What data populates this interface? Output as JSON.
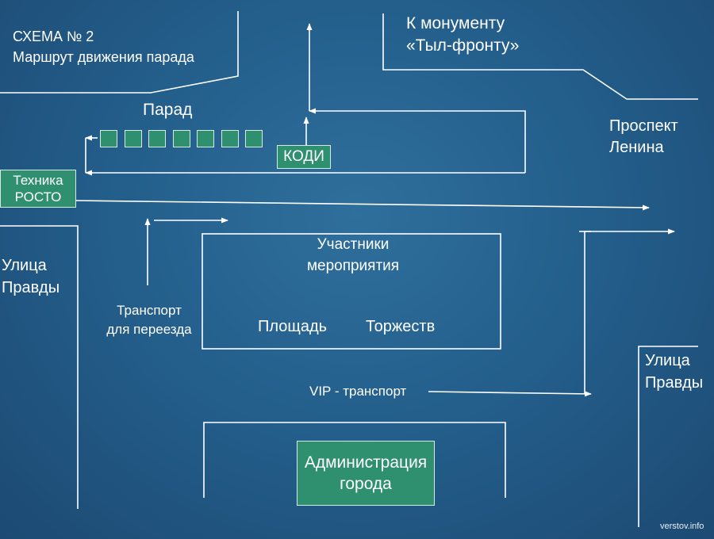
{
  "header": {
    "scheme_title": "СХЕМА  № 2",
    "scheme_subtitle": "Маршрут движения парада"
  },
  "labels": {
    "monument_line1": "К монументу",
    "monument_line2": "«Тыл-фронту»",
    "prospekt_line1": "Проспект",
    "prospekt_line2": "Ленина",
    "parade": "Парад",
    "street_left_line1": "Улица",
    "street_left_line2": "Правды",
    "street_right_line1": "Улица",
    "street_right_line2": "Правды",
    "transport_line1": "Транспорт",
    "transport_line2": "для переезда",
    "participants_line1": "Участники",
    "participants_line2": "мероприятия",
    "square_word1": "Площадь",
    "square_word2": "Торжеств",
    "vip_transport": "VIP - транспорт",
    "watermark": "verstov.info"
  },
  "boxes": {
    "kodi": "КОДИ",
    "tech_line1": "Техника",
    "tech_line2": "РОСТО",
    "admin_line1": "Администрация",
    "admin_line2": "города"
  },
  "parade_units": 7,
  "colors": {
    "background": "#245f8c",
    "box_fill": "#2f9070",
    "line": "#ffffff"
  }
}
